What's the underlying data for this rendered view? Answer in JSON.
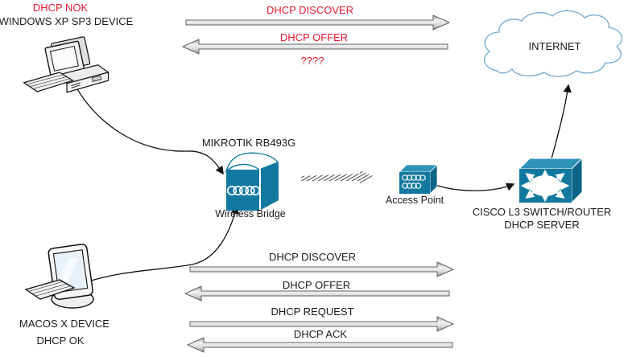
{
  "colors": {
    "alert_red": "#e8192c",
    "cisco_teal_front": "#11799f",
    "cisco_teal_top": "#2f93b6",
    "cisco_teal_side": "#0c6487",
    "cloud_stroke": "#74a9cb",
    "arrow_gray": "#d9d9d9"
  },
  "nodes": {
    "windows_device": {
      "status": "DHCP NOK",
      "label": "WINDOWS XP SP3 DEVICE"
    },
    "macos_device": {
      "label": "MACOS X DEVICE",
      "status": "DHCP OK"
    },
    "wireless_bridge": {
      "title": "MIKROTIK RB493G",
      "caption": "Wireless Bridge"
    },
    "access_point": {
      "caption": "Access Point"
    },
    "dhcp_server": {
      "line1": "CISCO L3 SWITCH/ROUTER",
      "line2": "DHCP SERVER"
    },
    "internet": {
      "label": "INTERNET"
    }
  },
  "flows_top": [
    {
      "label": "DHCP DISCOVER",
      "direction": "right",
      "color": "red"
    },
    {
      "label": "DHCP OFFER",
      "direction": "left",
      "color": "red"
    },
    {
      "label": "????",
      "direction": "none",
      "color": "red"
    }
  ],
  "flows_bottom": [
    {
      "label": "DHCP DISCOVER",
      "direction": "right",
      "color": "black"
    },
    {
      "label": "DHCP OFFER",
      "direction": "left",
      "color": "black"
    },
    {
      "label": "DHCP REQUEST",
      "direction": "right",
      "color": "black"
    },
    {
      "label": "DHCP ACK",
      "direction": "left",
      "color": "black"
    }
  ],
  "icons": {
    "windows_device": "desktop-pc-icon",
    "macos_device": "mac-monitor-icon",
    "wireless_bridge": "cisco-wireless-bridge-icon",
    "access_point": "cisco-access-point-icon",
    "dhcp_server": "cisco-l3-switch-icon",
    "internet": "cloud-icon",
    "wireless_link": "hatched-radio-link-icon"
  }
}
